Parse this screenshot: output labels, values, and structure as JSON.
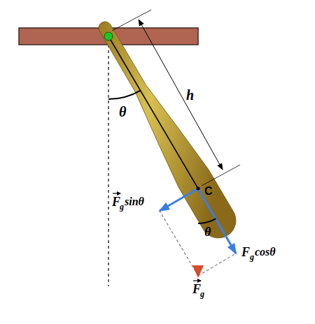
{
  "diagram": {
    "labels": [
      "θ",
      "h",
      "C",
      "F",
      "g",
      "sinθ",
      "θ",
      "F",
      "g",
      "cosθ",
      "F",
      "g"
    ]
  }
}
